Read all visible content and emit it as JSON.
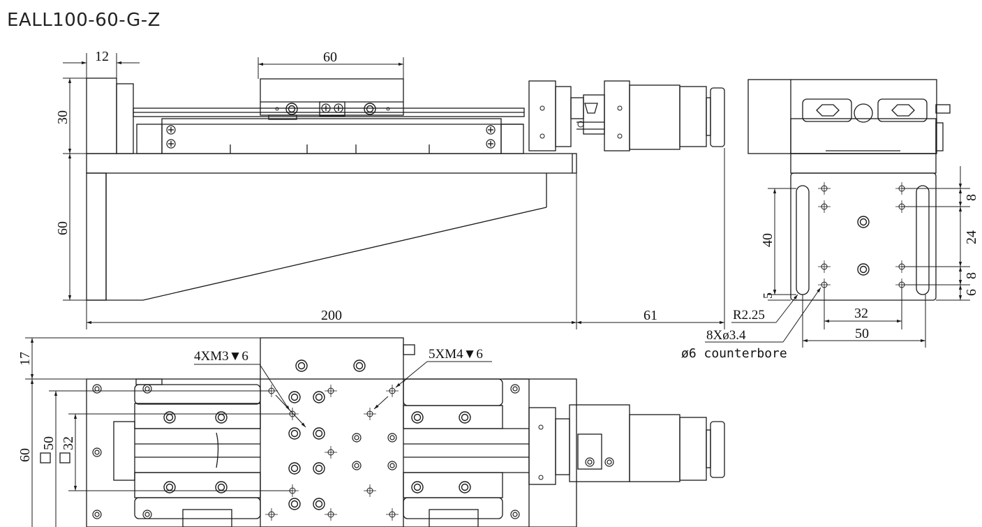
{
  "title": "EALL100-60-G-Z",
  "colors": {
    "line": "#1a1a1a",
    "background": "#ffffff"
  },
  "side_view": {
    "dim_12": "12",
    "dim_60_top": "60",
    "dim_30": "30",
    "dim_60_height": "60",
    "dim_200": "200",
    "dim_61": "61"
  },
  "end_view": {
    "dim_8_a": "8",
    "dim_24": "24",
    "dim_8_b": "8",
    "dim_6": "6",
    "dim_40": "40",
    "dim_5": "5",
    "radius": "R2.25",
    "dim_32": "32",
    "dim_50": "50",
    "holes": "8Xø3.4",
    "counterbore": "ø6 counterbore"
  },
  "top_view": {
    "dim_17": "17",
    "dim_60": "60",
    "dim_sq50": "50",
    "dim_sq32": "32",
    "thread_m3": "4XM3▼6",
    "thread_m4": "5XM4▼6"
  }
}
